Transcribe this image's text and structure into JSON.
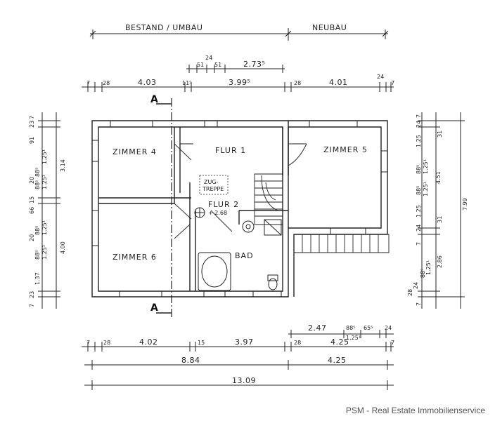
{
  "sections": {
    "left": "BESTAND / UMBAU",
    "right": "NEUBAU"
  },
  "rooms": {
    "zimmer4": "ZIMMER 4",
    "zimmer5": "ZIMMER 5",
    "zimmer6": "ZIMMER 6",
    "flur1": "FLUR 1",
    "flur2": "FLUR 2",
    "flur2_level": "+ 2.68",
    "bad": "BAD",
    "zugtreppe_1": "ZUG-",
    "zugtreppe_2": "TREPPE"
  },
  "section_mark": "A",
  "top_dims": {
    "d24": "24",
    "d51a": "51",
    "d51b": "51",
    "d273": "2.73⁵",
    "d7a": "7",
    "d28a": "28",
    "d403": "4.03",
    "d115": "11⁵",
    "d399": "3.99⁵",
    "d28b": "28",
    "d401": "4.01",
    "d24b": "24",
    "d7b": "7"
  },
  "bottom_dims": {
    "d247": "2.47",
    "d885": "88⁵",
    "d125": "1.25¹",
    "d655": "65⁵",
    "d24": "24",
    "d7a": "7",
    "d28a": "28",
    "d402": "4.02",
    "d15": "15",
    "d397": "3.97",
    "d28b": "28",
    "d425a": "4.25",
    "d7b": "7",
    "d884": "8.84",
    "d425b": "4.25",
    "d1309": "13.09"
  },
  "left_dims": [
    "23",
    "7",
    "91",
    "88⁵",
    "1.25¹",
    "20",
    "88⁵",
    "1.25¹",
    "3.14",
    "15",
    "66",
    "88⁵",
    "1.25¹",
    "20",
    "88⁵",
    "1.25¹",
    "4.00",
    "1.37",
    "23",
    "7"
  ],
  "right_dims": [
    "7",
    "24",
    "1.25",
    "31",
    "88⁵",
    "1.25¹",
    "88⁵",
    "1.25¹",
    "4.51",
    "1.25",
    "31",
    "24",
    "7",
    "7.99",
    "88⁵",
    "1.25¹",
    "2.86",
    "24",
    "28",
    "7"
  ],
  "footer": "PSM - Real Estate Immobilienservice"
}
